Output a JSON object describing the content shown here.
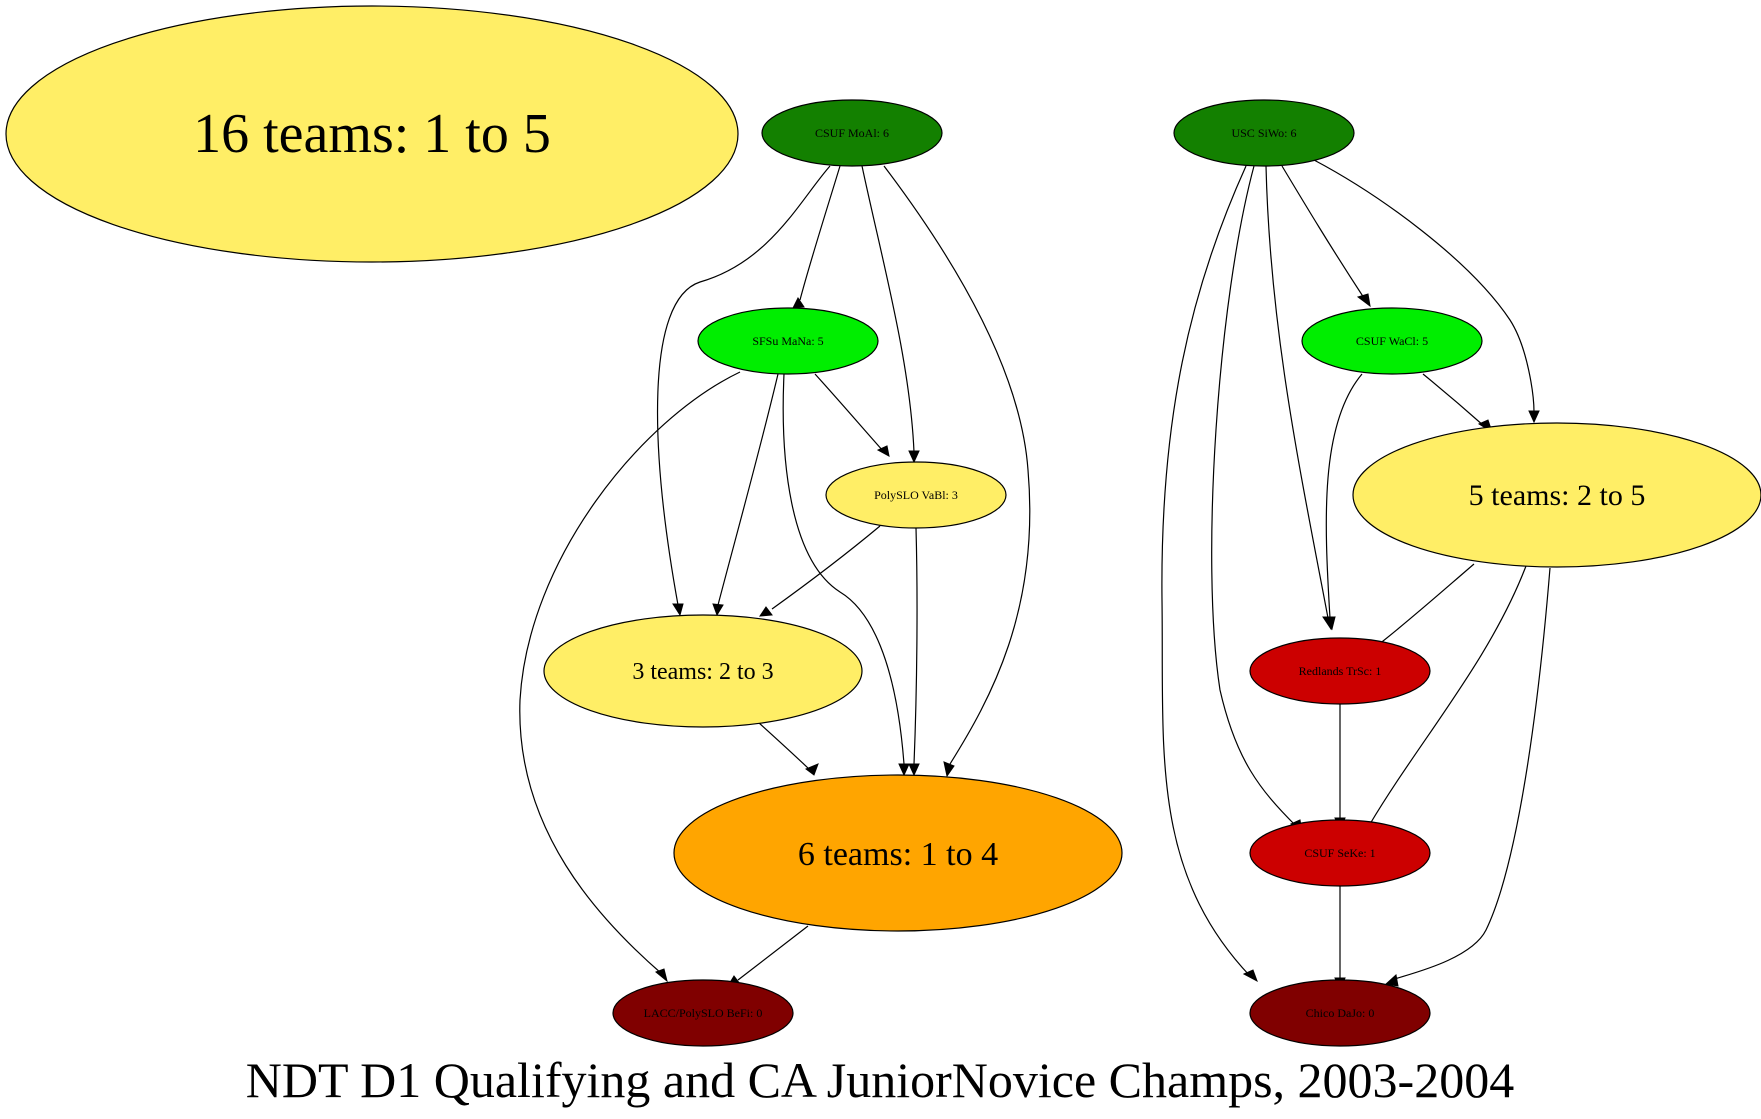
{
  "graph": {
    "title": "NDT D1 Qualifying and CA JuniorNovice Champs, 2003-2004",
    "nodes": {
      "n16": {
        "label": "16 teams: 1 to 5",
        "fill": "#FFEE66"
      },
      "moai": {
        "label": "CSUF MoAl: 6",
        "fill": "#138000"
      },
      "siwo": {
        "label": "USC SiWo: 6",
        "fill": "#138000"
      },
      "mana": {
        "label": "SFSu MaNa: 5",
        "fill": "#00EE00"
      },
      "wacl": {
        "label": "CSUF WaCl: 5",
        "fill": "#00EE00"
      },
      "vabl": {
        "label": "PolySLO VaBl: 3",
        "fill": "#FFEE66"
      },
      "n5": {
        "label": "5 teams: 2 to 5",
        "fill": "#FFEE66"
      },
      "n3": {
        "label": "3 teams: 2 to 3",
        "fill": "#FFEE66"
      },
      "trsc": {
        "label": "Redlands TrSc: 1",
        "fill": "#CC0000"
      },
      "n6": {
        "label": "6 teams: 1 to 4",
        "fill": "#FFA500"
      },
      "seke": {
        "label": "CSUF SeKe: 1",
        "fill": "#CC0000"
      },
      "befi": {
        "label": "LACC/PolySLO BeFi: 0",
        "fill": "#800000"
      },
      "dajo": {
        "label": "Chico DaJo: 0",
        "fill": "#800000"
      }
    }
  }
}
